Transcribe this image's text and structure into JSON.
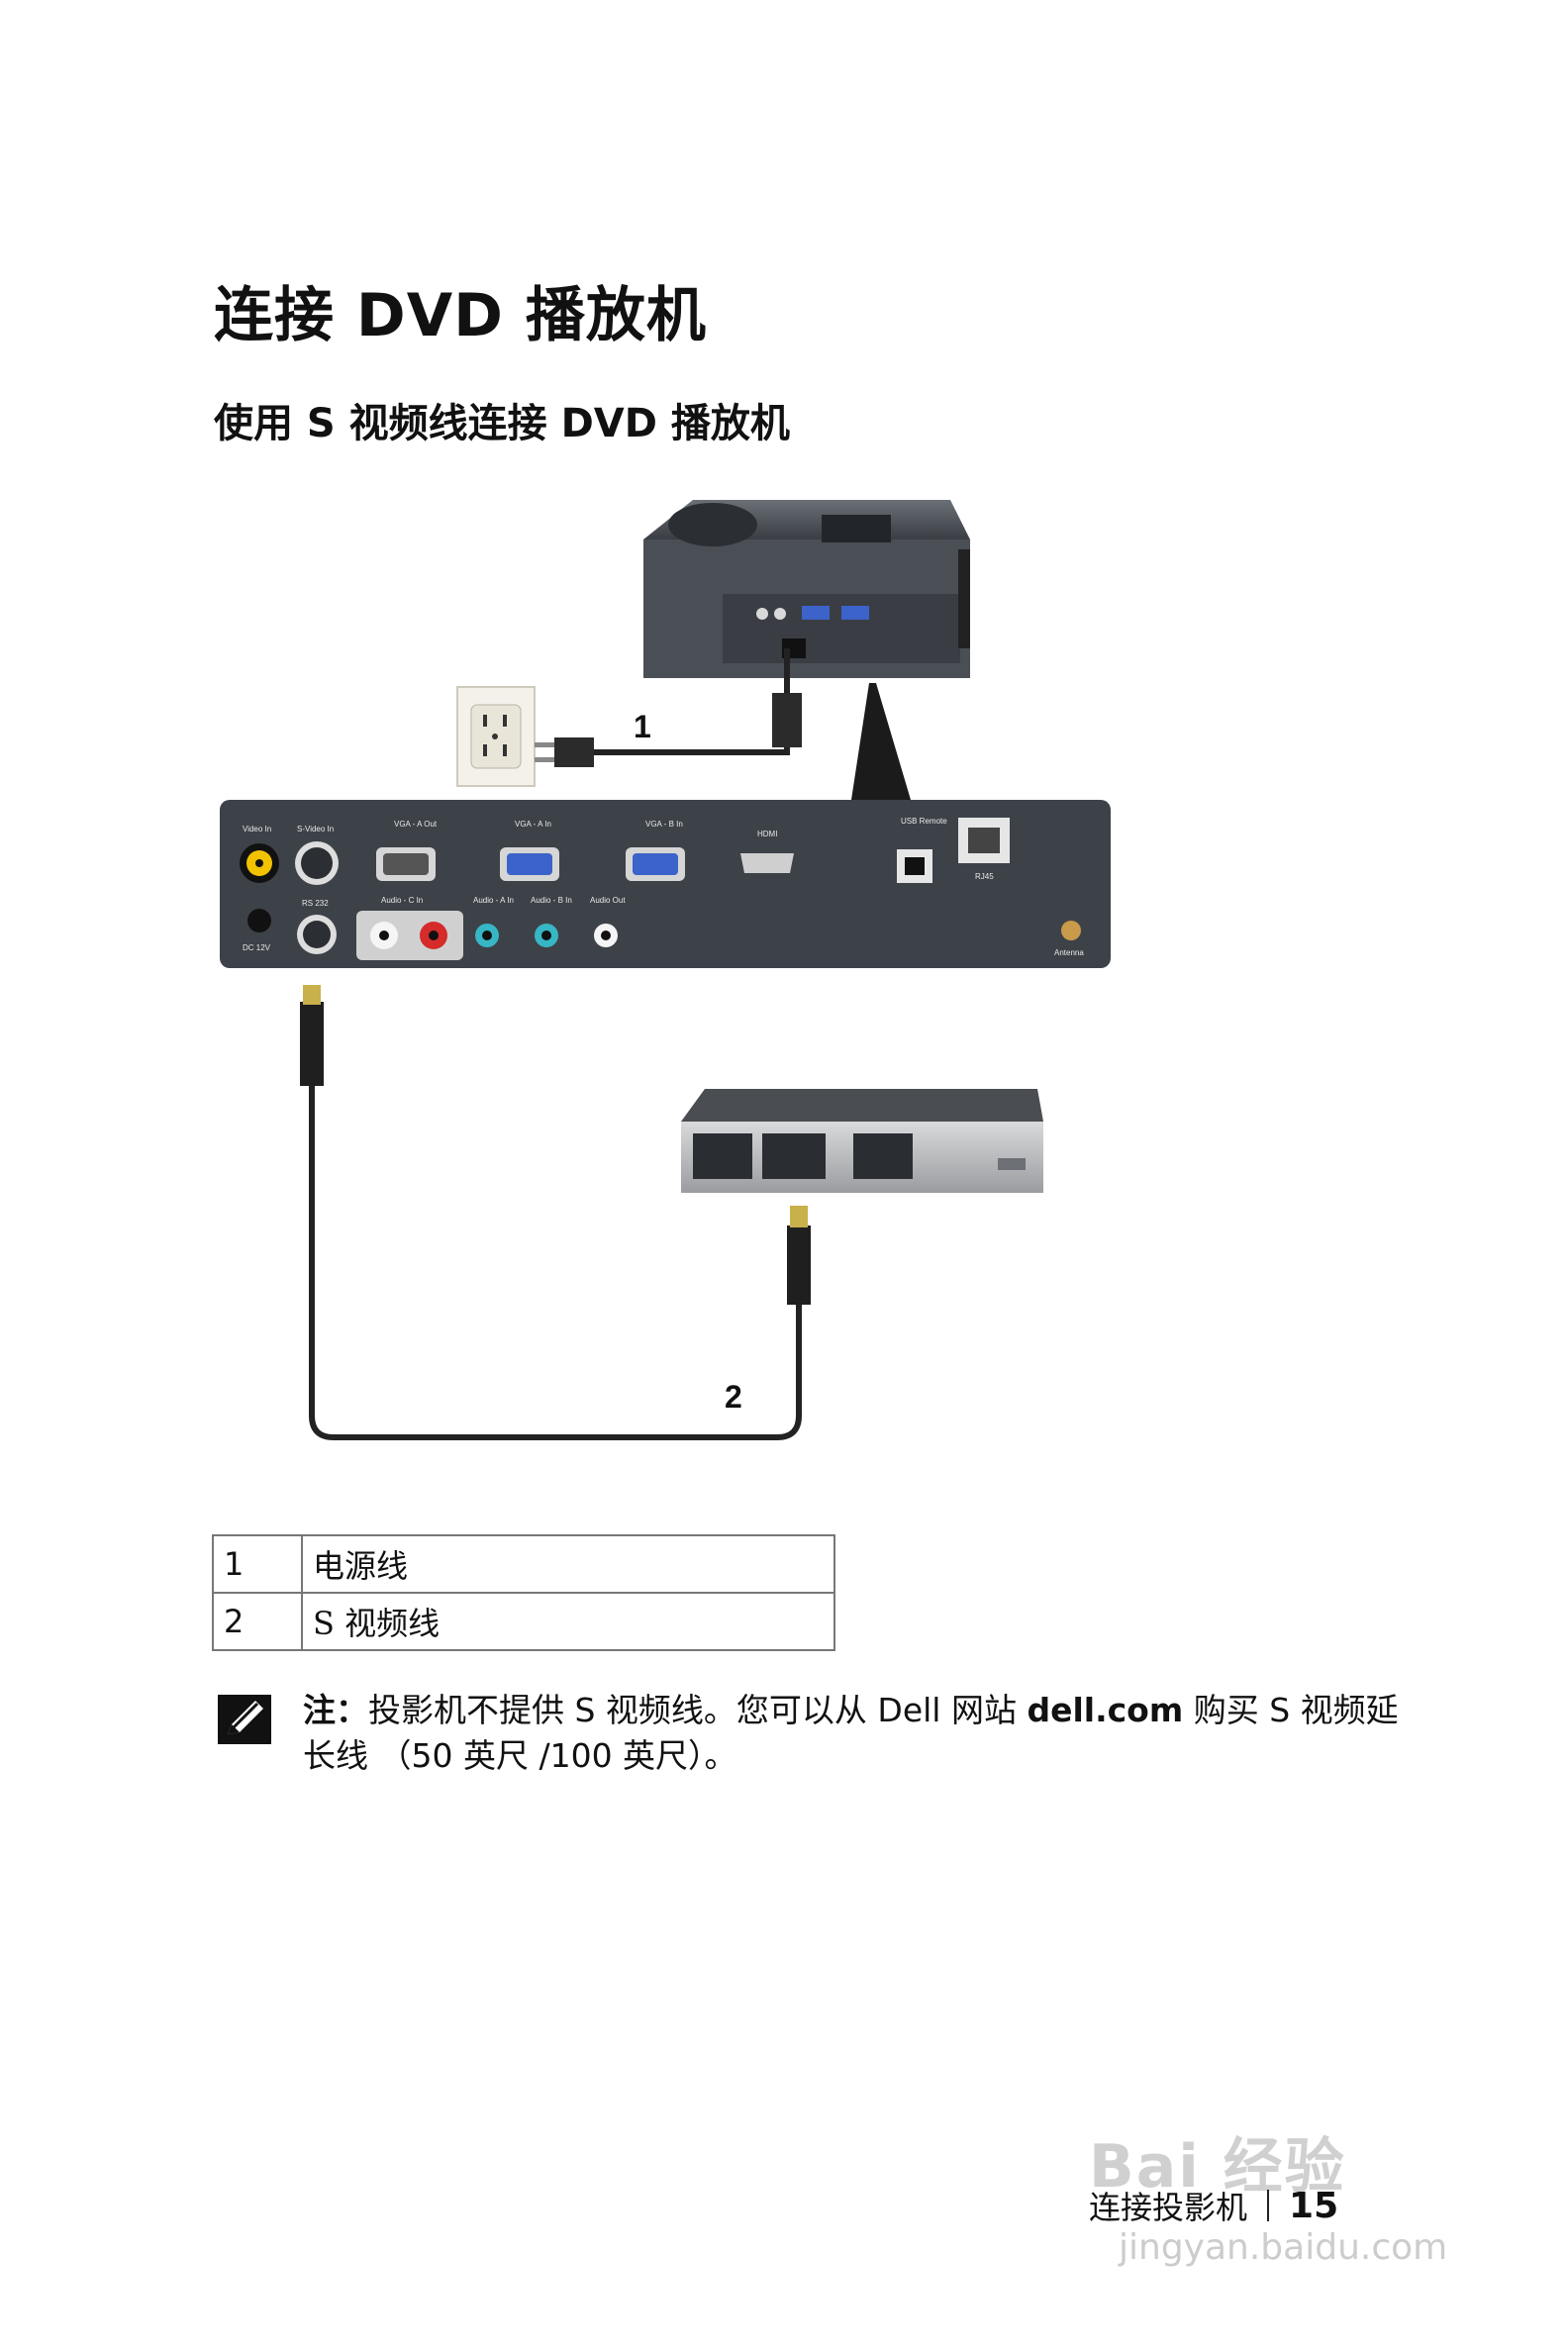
{
  "page": {
    "title": "连接 DVD 播放机",
    "subtitle": "使用 S 视频线连接 DVD 播放机"
  },
  "diagram": {
    "callout_1": "1",
    "callout_2": "2",
    "panel_labels": {
      "video_in": "Video In",
      "s_video_in": "S-Video In",
      "vga_a_out": "VGA - A Out",
      "vga_a_in": "VGA - A In",
      "vga_b_in": "VGA - B In",
      "hdmi": "HDMI",
      "usb_remote": "USB Remote",
      "rj45": "RJ45",
      "rs232": "RS 232",
      "dc_12v": "DC 12V",
      "audio_c_in": "Audio - C In",
      "audio_a_in": "Audio - A In",
      "audio_b_in": "Audio - B In",
      "audio_out": "Audio Out",
      "antenna": "Antenna"
    },
    "colors": {
      "panel": "#3d4249",
      "cable": "#222222",
      "vga_blue": "#3b63c9",
      "rca_yellow": "#f2c200",
      "rca_red": "#d52b2b",
      "audio_teal": "#37b7c5"
    }
  },
  "legend": [
    {
      "num": "1",
      "text": "电源线"
    },
    {
      "num": "2",
      "text": "S 视频线"
    }
  ],
  "note": {
    "label": "注：",
    "text_before": "投影机不提供 S 视频线。您可以从 Dell 网站 ",
    "site": "dell.com",
    "text_after": " 购买 S 视频延长线 （50 英尺 /100 英尺）。",
    "icon": "pencil-note-icon"
  },
  "footer": {
    "section": "连接投影机",
    "page_number": "15"
  },
  "watermark": {
    "brand": "Bai 经验",
    "url": "jingyan.baidu.com"
  }
}
